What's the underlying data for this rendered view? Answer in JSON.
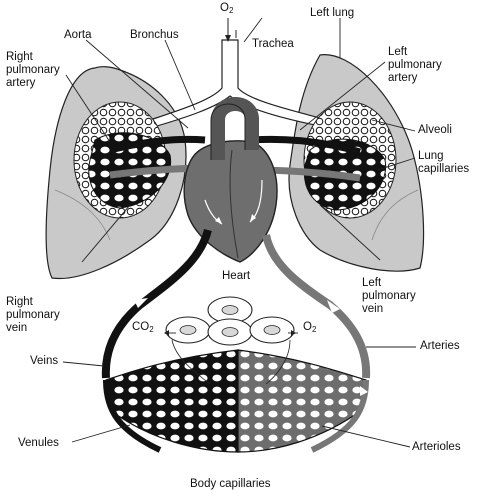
{
  "labels": {
    "o2_top": "O",
    "o2_top_sub": "2",
    "trachea": "Trachea",
    "left_lung": "Left lung",
    "aorta": "Aorta",
    "bronchus": "Bronchus",
    "right_pulmonary_artery": "Right pulmonary artery",
    "left_pulmonary_artery": "Left pulmonary artery",
    "alveoli": "Alveoli",
    "lung_capillaries": "Lung capillaries",
    "heart": "Heart",
    "right_pulmonary_vein": "Right pulmonary vein",
    "left_pulmonary_vein": "Left pulmonary vein",
    "co2": "CO",
    "co2_sub": "2",
    "o2_body": "O",
    "o2_body_sub": "2",
    "veins": "Veins",
    "arteries": "Arteries",
    "venules": "Venules",
    "arterioles": "Arterioles",
    "body_capillaries": "Body capillaries"
  },
  "colors": {
    "lung_fill": "#c9c9c9",
    "heart_fill": "#6e6e6e",
    "venous_blood": "#111111",
    "arterial_blood": "#777777",
    "outline": "#222222"
  }
}
